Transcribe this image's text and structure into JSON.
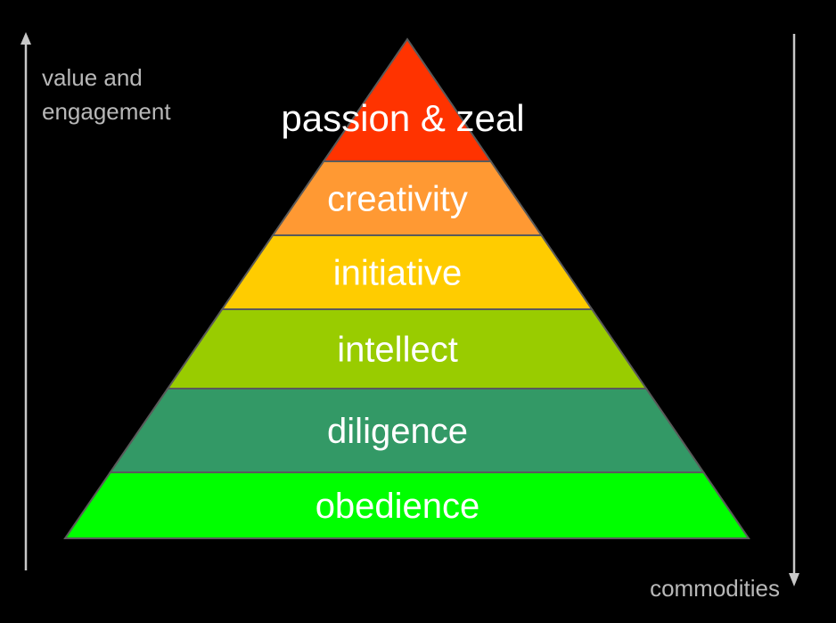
{
  "axes": {
    "left_label_line1": "value and",
    "left_label_line2": "engagement",
    "right_label": "commodities"
  },
  "pyramid": {
    "levels": [
      {
        "label": "passion & zeal",
        "color": "#FF3300"
      },
      {
        "label": "creativity",
        "color": "#FF9933"
      },
      {
        "label": "initiative",
        "color": "#FFCC00"
      },
      {
        "label": "intellect",
        "color": "#99CC00"
      },
      {
        "label": "diligence",
        "color": "#339966"
      },
      {
        "label": "obedience",
        "color": "#00FF00"
      }
    ]
  }
}
